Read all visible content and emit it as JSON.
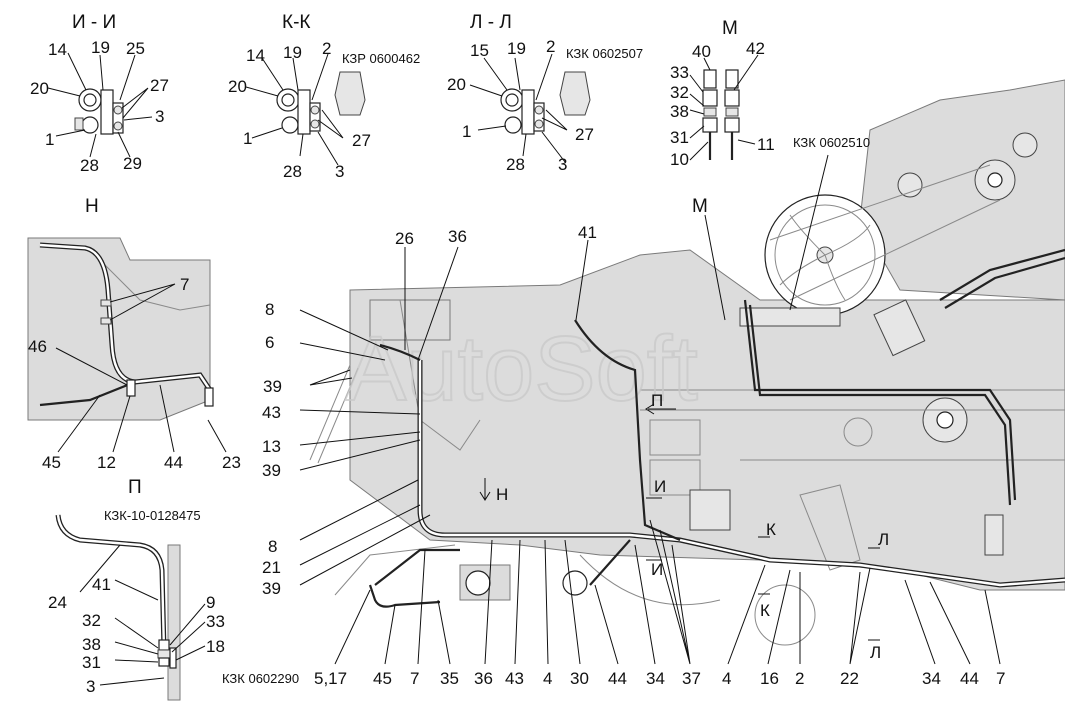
{
  "section_titles": {
    "ii": "И - И",
    "kk": "К-К",
    "ll": "Л - Л",
    "m": "М",
    "n": "Н",
    "p": "П",
    "m_main": "М"
  },
  "doc_codes": {
    "kzr_0600462": "КЗР 0600462",
    "kzk_0602507": "КЗК 0602507",
    "kzk_0602510": "КЗК 0602510",
    "kzk_10_0128475": "КЗК-10-0128475",
    "kzk_0602290": "КЗК 0602290"
  },
  "watermark": "AutoSoft",
  "view_marks": {
    "n_arrow": "Н",
    "p_arrow": "П",
    "i_top": "И",
    "i_bottom": "И",
    "k_top": "К",
    "k_bottom": "К",
    "l_top": "Л",
    "l_bottom": "Л"
  },
  "callouts": {
    "ii": [
      "14",
      "19",
      "25",
      "20",
      "27",
      "3",
      "1",
      "28",
      "29"
    ],
    "kk": [
      "14",
      "19",
      "2",
      "20",
      "1",
      "27",
      "28",
      "3"
    ],
    "ll": [
      "15",
      "19",
      "2",
      "20",
      "1",
      "27",
      "28",
      "3"
    ],
    "m": [
      "40",
      "42",
      "33",
      "32",
      "38",
      "31",
      "10",
      "11"
    ],
    "n": [
      "7",
      "46",
      "45",
      "12",
      "44",
      "23"
    ],
    "p": [
      "24",
      "41",
      "9",
      "32",
      "33",
      "38",
      "18",
      "31",
      "3"
    ],
    "main_top": [
      "26",
      "36",
      "41",
      "8",
      "6",
      "39",
      "43",
      "13",
      "39"
    ],
    "main_left": [
      "8",
      "21",
      "39"
    ],
    "main_bottom": [
      "5,17",
      "45",
      "7",
      "35",
      "36",
      "43",
      "4",
      "30",
      "44",
      "34",
      "37",
      "4",
      "16",
      "2",
      "22",
      "34",
      "44",
      "7"
    ]
  },
  "colors": {
    "line": "#111111",
    "background_fill": "#dcdcdc",
    "watermark": "#c9c9c9"
  }
}
